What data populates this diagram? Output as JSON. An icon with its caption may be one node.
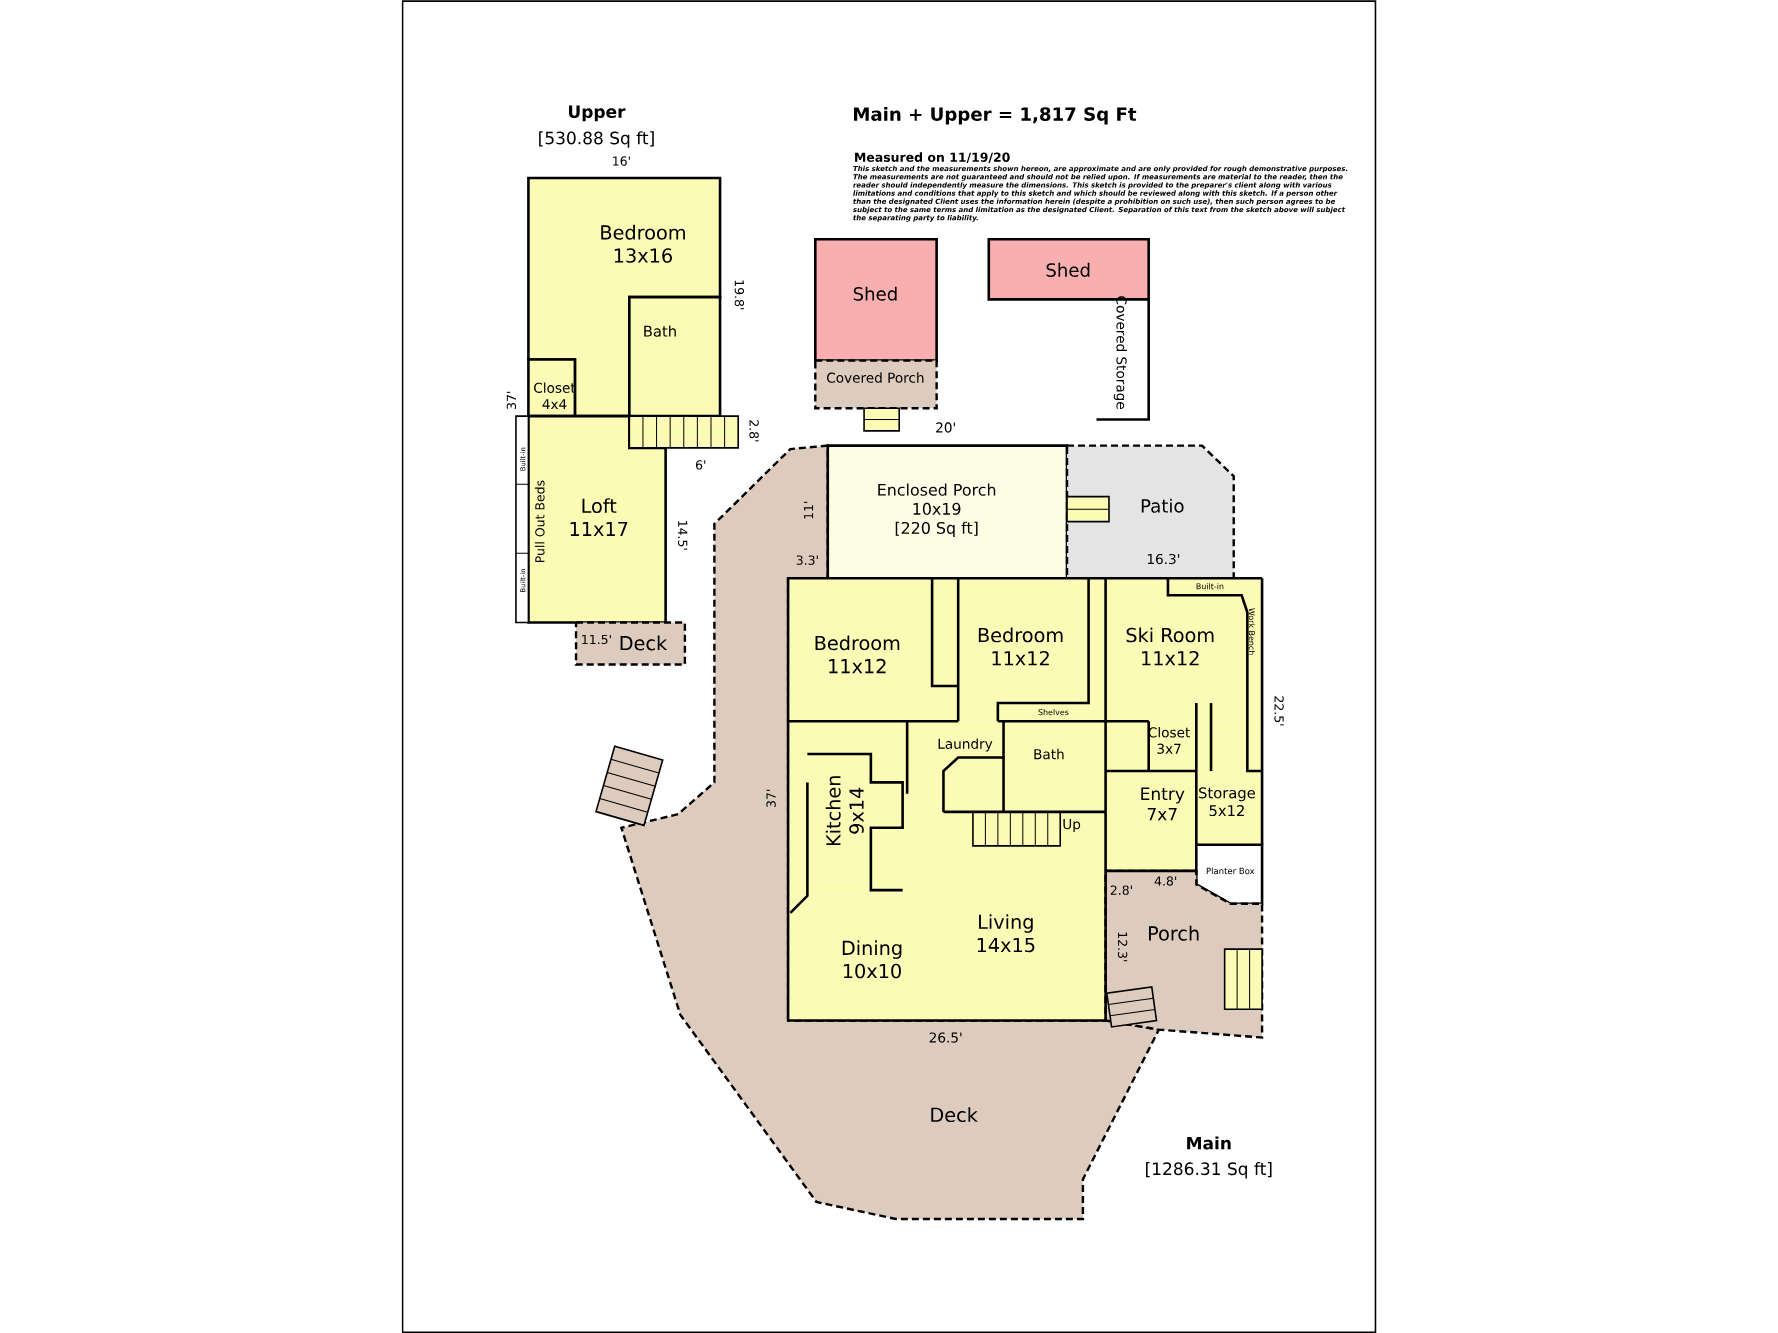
{
  "diagram": {
    "title": "Main + Upper = 1,817 Sq Ft",
    "nodes": [
      {
        "text": [
          "Bedroom",
          "13x16"
        ]
      },
      {
        "text": [
          "Bath"
        ]
      },
      {
        "text": [
          "Closet",
          "4x4"
        ]
      },
      {
        "text": [
          "Loft",
          "11x17"
        ]
      },
      {
        "text": [
          "Deck"
        ]
      },
      {
        "text": [
          "Shed"
        ]
      },
      {
        "text": [
          "Covered Porch"
        ]
      },
      {
        "text": [
          "Shed"
        ]
      },
      {
        "text": [
          "Covered Storage"
        ]
      },
      {
        "text": [
          "Enclosed Porch",
          "10x19",
          "[220 Sq ft]"
        ]
      },
      {
        "text": [
          "Patio"
        ]
      },
      {
        "text": [
          "Bedroom",
          "11x12"
        ]
      },
      {
        "text": [
          "Bedroom",
          "11x12"
        ]
      },
      {
        "text": [
          "Ski Room",
          "11x12"
        ]
      },
      {
        "text": [
          "Laundry"
        ]
      },
      {
        "text": [
          "Bath"
        ]
      },
      {
        "text": [
          "Closet",
          "3x7"
        ]
      },
      {
        "text": [
          "Kitchen",
          "9x14"
        ]
      },
      {
        "text": [
          "Entry",
          "7x7"
        ]
      },
      {
        "text": [
          "Storage",
          "5x12"
        ]
      },
      {
        "text": [
          "Planter Box"
        ]
      },
      {
        "text": [
          "Living",
          "14x15"
        ]
      },
      {
        "text": [
          "Dining",
          "10x10"
        ]
      },
      {
        "text": [
          "Porch"
        ]
      },
      {
        "text": [
          "Deck"
        ]
      }
    ],
    "labels": [
      "Upper",
      "[530.88 Sq ft]",
      "16'",
      "19.8'",
      "37'",
      "2.8'",
      "6'",
      "14.5'",
      "Built-in",
      "Pull Out Beds",
      "Built-in",
      "11.5'",
      "20'",
      "Measured on 11/19/20",
      "This sketch and the measurements shown hereon, are approximate and are only provided for rough demonstrative purposes. The measurements are not guaranteed and should not be relied upon. If measurements are material to the reader, then the reader should independently measure the dimensions. This sketch is provided to the preparer's client along with various limitations and conditions that apply to this sketch and which should be reviewed along with this sketch. If a person other than the designated Client uses the information herein (despite a prohibition on such use), then such person agrees to be subject to the same terms and limitation as the designated Client. Separation of this text from the sketch above will subject the separating party to liability.",
      "11'",
      "3.3'",
      "16.3'",
      "Built-in",
      "Work Bench",
      "Shelves",
      "37'",
      "22.5'",
      "Up",
      "2.8'",
      "4.8'",
      "12.3'",
      "26.5'",
      "Main",
      "[1286.31 Sq ft]"
    ]
  }
}
